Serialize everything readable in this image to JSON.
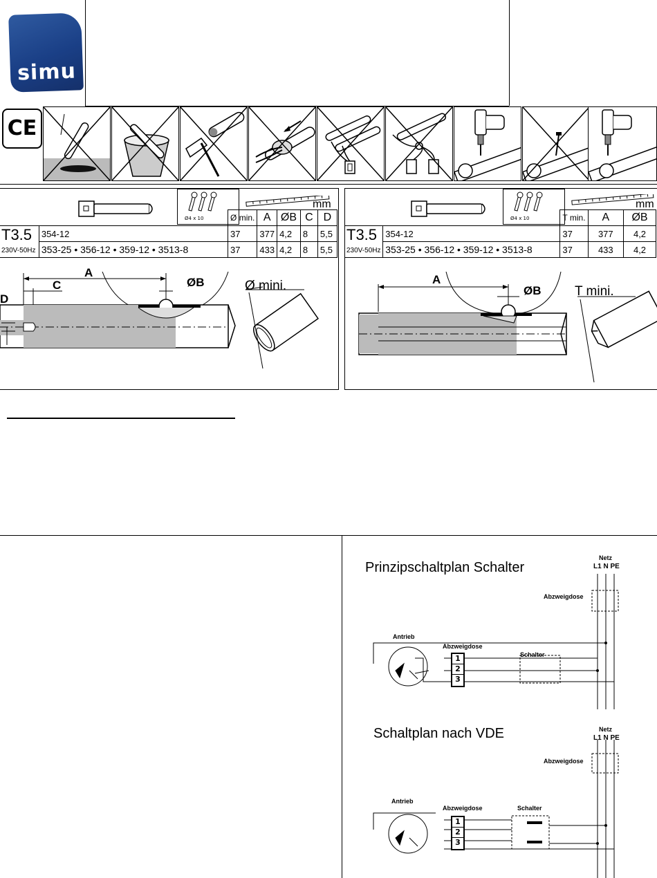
{
  "brand": {
    "logo_text": "simu",
    "ce_mark": "CE"
  },
  "warnings": {
    "count": 9,
    "panels": [
      "no-drop-icon",
      "no-immersion-icon",
      "no-hammer-icon",
      "no-pull-cable-icon",
      "no-parallel-motors-icon",
      "no-parallel-switches-icon",
      "drill-allowed-icon",
      "no-screw-icon",
      "drill-allowed-icon"
    ]
  },
  "left_table": {
    "unit": "mm",
    "rivet_label": "Ø4 x 10",
    "headers": [
      "Ø min.",
      "A",
      "ØB",
      "C",
      "D"
    ],
    "model": "T3.5",
    "voltage": "230V-50Hz",
    "rows": [
      {
        "refs": "354-12",
        "values": [
          "37",
          "377",
          "4,2",
          "8",
          "5,5"
        ]
      },
      {
        "refs": "353-25 • 356-12 • 359-12 • 3513-8",
        "values": [
          "37",
          "433",
          "4,2",
          "8",
          "5,5"
        ]
      }
    ]
  },
  "right_table": {
    "unit": "mm",
    "rivet_label": "Ø4 x 10",
    "headers": [
      "T min.",
      "A",
      "ØB"
    ],
    "model": "T3.5",
    "voltage": "230V-50Hz",
    "rows": [
      {
        "refs": "354-12",
        "values": [
          "37",
          "377",
          "4,2"
        ]
      },
      {
        "refs": "353-25 • 356-12 • 359-12 • 3513-8",
        "values": [
          "37",
          "433",
          "4,2"
        ]
      }
    ]
  },
  "left_drawing": {
    "label_a": "A",
    "label_c": "C",
    "label_d": "D",
    "label_b": "ØB",
    "label_tube": "Ø mini."
  },
  "right_drawing": {
    "label_a": "A",
    "label_b": "ØB",
    "label_tube": "T mini."
  },
  "wiring": {
    "diagram1": {
      "title": "Prinzipschaltplan Schalter",
      "net_label": "Netz",
      "net_lines": "L1 N PE",
      "junction_box_top": "Abzweigdose",
      "motor_label": "Antrieb",
      "junction_box": "Abzweigdose",
      "switch_label": "Schalter",
      "terminals": [
        "1",
        "2",
        "3"
      ]
    },
    "diagram2": {
      "title": "Schaltplan nach VDE",
      "net_label": "Netz",
      "net_lines": "L1 N PE",
      "junction_box_top": "Abzweigdose",
      "motor_label": "Antrieb",
      "junction_box": "Abzweigdose",
      "switch_label": "Schalter",
      "terminals": [
        "1",
        "2",
        "3"
      ]
    }
  }
}
